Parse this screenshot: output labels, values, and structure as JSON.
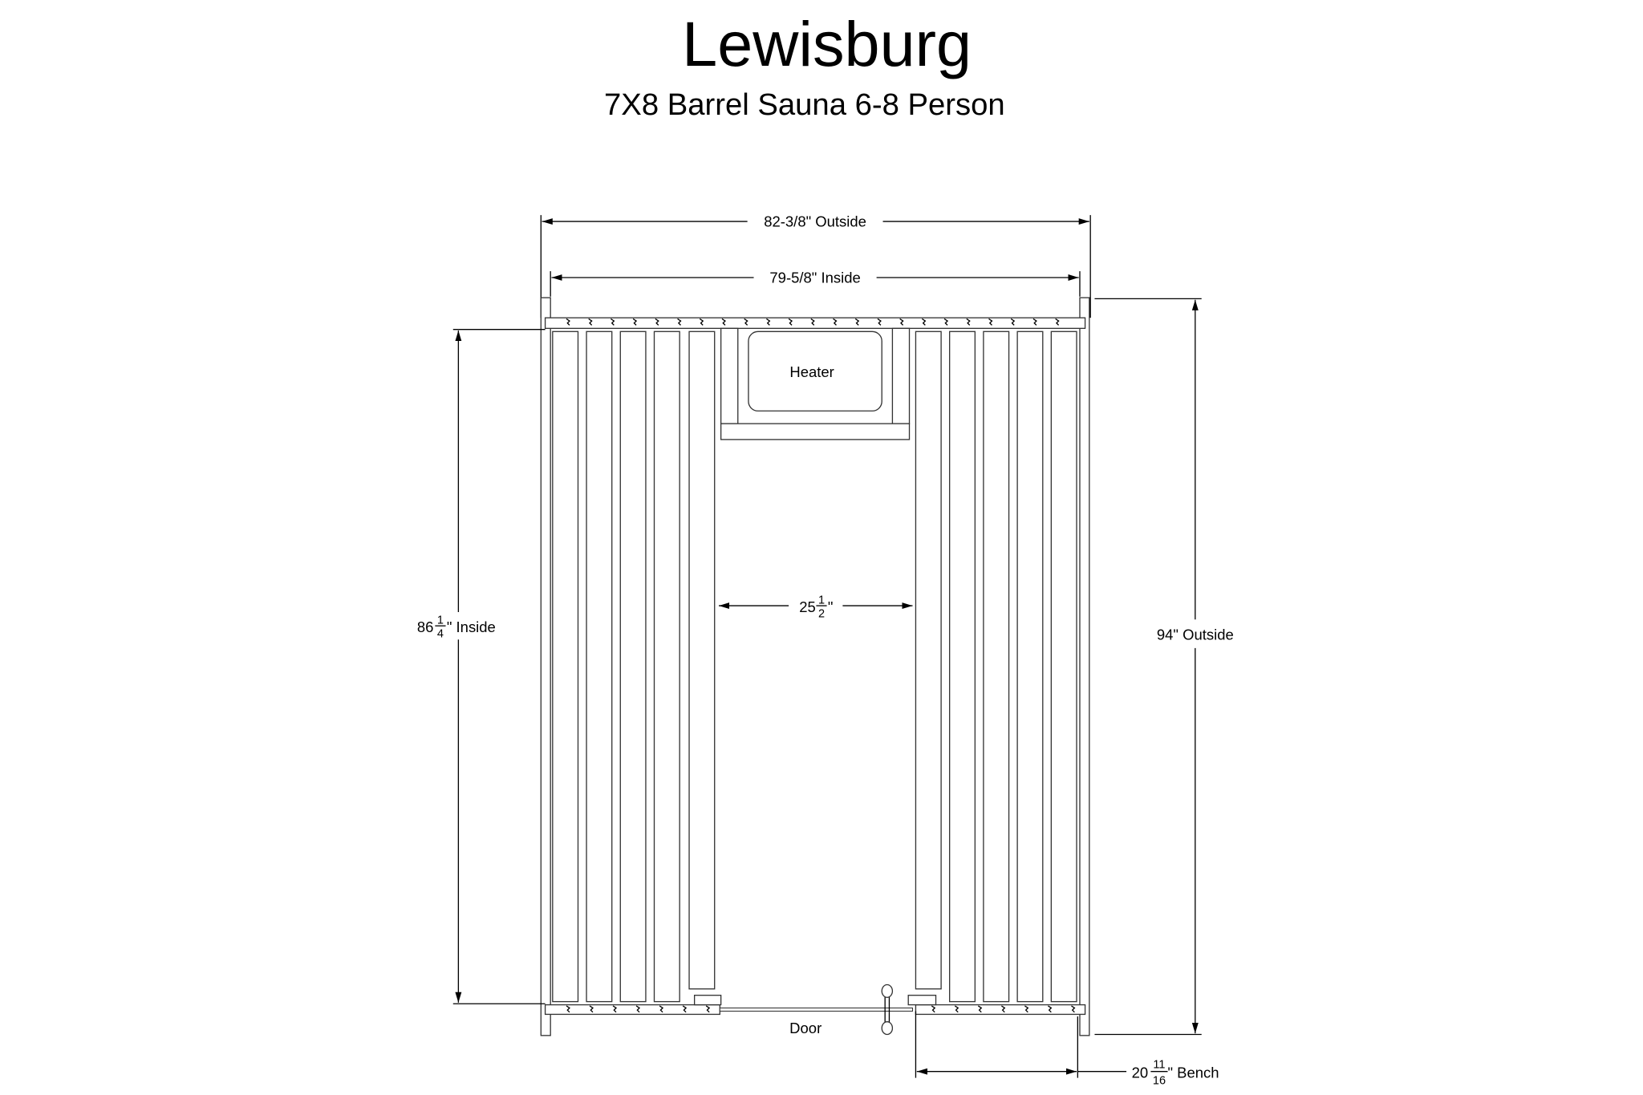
{
  "title": "Lewisburg",
  "subtitle": "7X8 Barrel Sauna 6-8 Person",
  "labels": {
    "outside_width": "82-3/8\" Outside",
    "inside_width": "79-5/8\" Inside",
    "heater": "Heater",
    "door": "Door",
    "aisle": {
      "whole": "25",
      "num": "1",
      "den": "2",
      "suffix": "\""
    },
    "inside_length": {
      "whole": "86",
      "num": "1",
      "den": "4",
      "suffix": "\" Inside"
    },
    "outside_length": "94\" Outside",
    "bench": {
      "whole": "20",
      "num": "11",
      "den": "16",
      "suffix": "\" Bench"
    }
  }
}
